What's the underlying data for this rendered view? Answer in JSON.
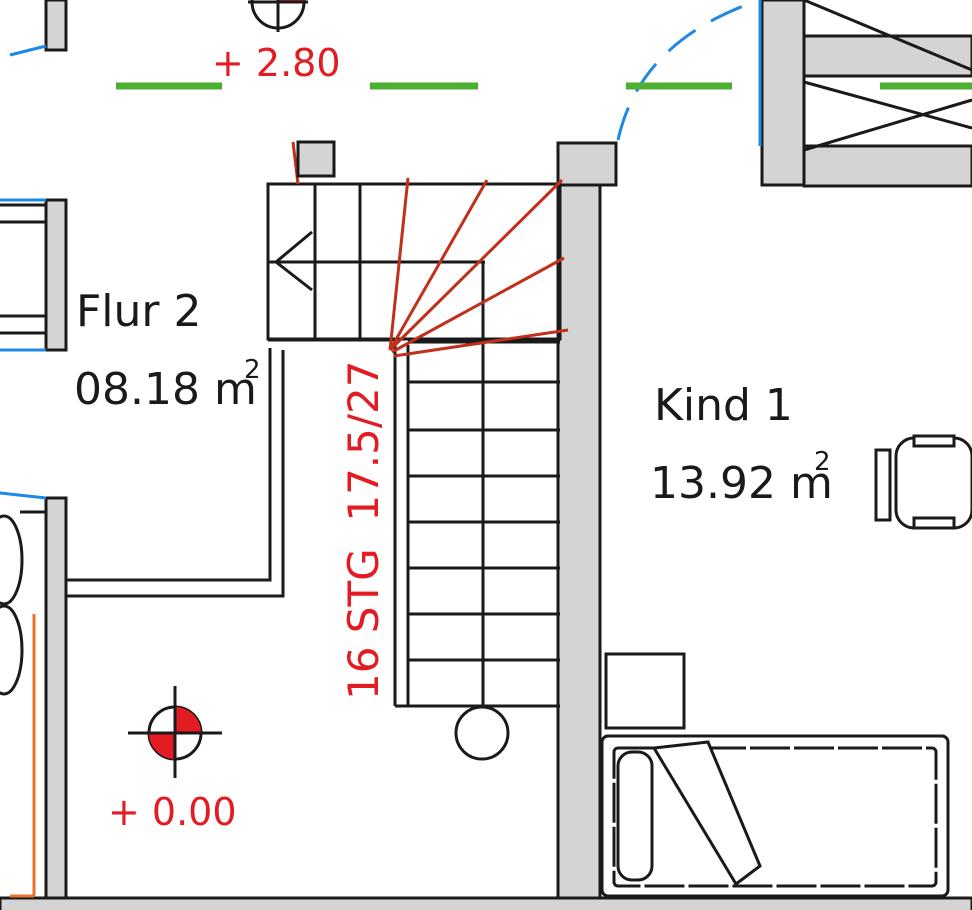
{
  "rooms": [
    {
      "name": "Flur 2",
      "area": "08.18 m",
      "area_sup": "2"
    },
    {
      "name": "Kind 1",
      "area": "13.92 m",
      "area_sup": "2"
    }
  ],
  "levels": [
    {
      "text": "+ 2.80"
    },
    {
      "text": "+ 0.00"
    }
  ],
  "stair": {
    "label": "16 STG  17.5/27"
  },
  "colors": {
    "wall_fill": "#d4d4d4",
    "line": "#1a1a1a",
    "dimension_red": "#e31b23",
    "stair_red": "#c0301a",
    "window_blue": "#1e88e5",
    "green_axis": "#4caf32",
    "pipe_orange": "#e8722a"
  }
}
